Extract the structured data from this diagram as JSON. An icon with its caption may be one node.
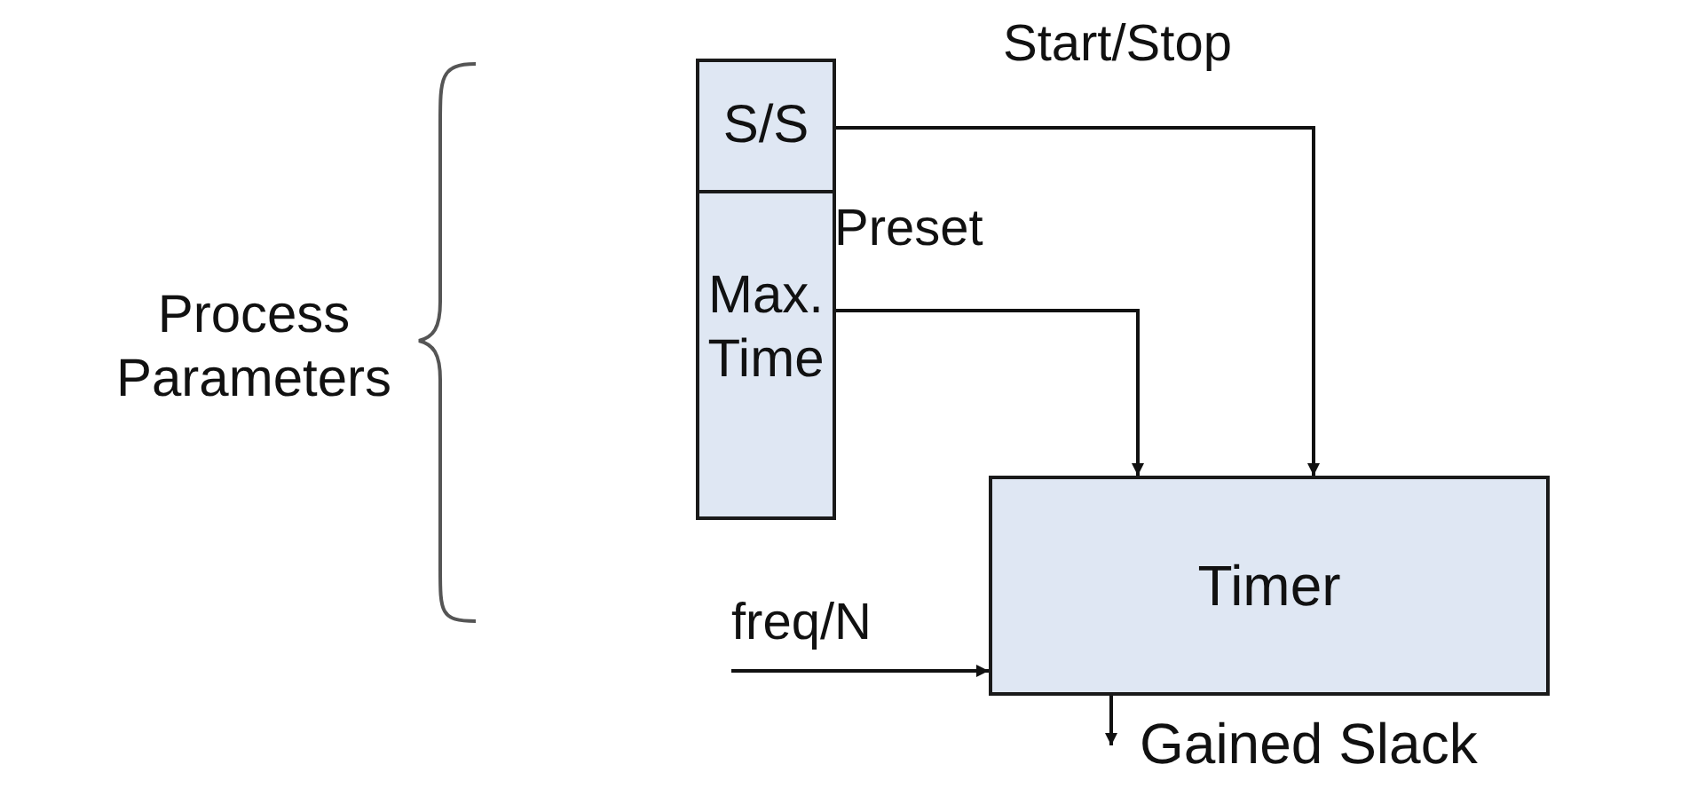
{
  "diagram": {
    "nodes": [
      {
        "text": [
          "S/S"
        ]
      },
      {
        "text": [
          "Max. Time"
        ]
      },
      {
        "text": [
          "Timer"
        ]
      }
    ],
    "edges": [
      {
        "from": 0,
        "to": 2,
        "arrow": "to",
        "label": "Start/Stop"
      },
      {
        "from": 1,
        "to": 2,
        "arrow": "to",
        "label": "Preset"
      },
      {
        "from": null,
        "to": 2,
        "arrow": "to",
        "label": "freq/N"
      },
      {
        "from": 2,
        "to": null,
        "arrow": "to",
        "label": "Gained Slack"
      }
    ],
    "labels": [
      "Process Parameters"
    ]
  }
}
